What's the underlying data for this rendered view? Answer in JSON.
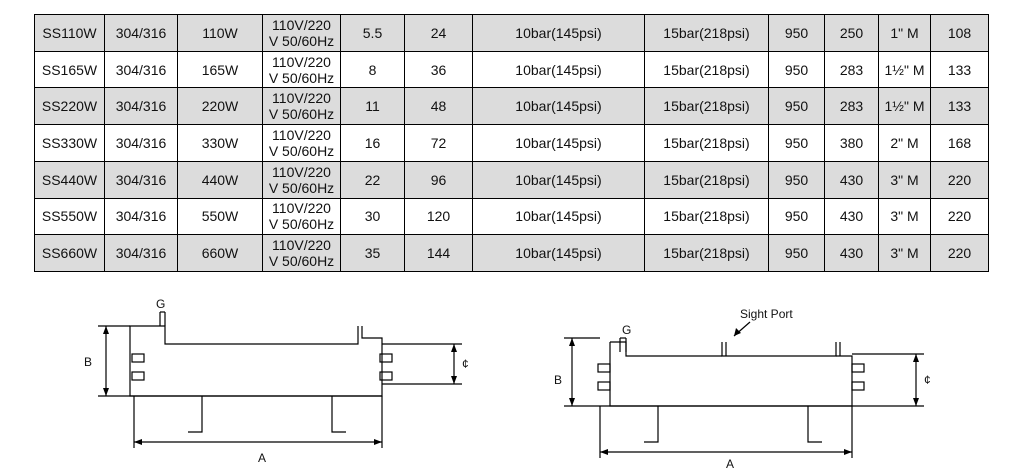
{
  "table": {
    "rows": [
      {
        "model": "SS110W",
        "material": "304/316",
        "power": "110W",
        "voltage_line1": "110V/220",
        "voltage_line2": "V 50/60Hz",
        "c5": "5.5",
        "c6": "24",
        "working_pressure": "10bar(145psi)",
        "test_pressure": "15bar(218psi)",
        "a": "950",
        "c10": "250",
        "connection": "1\" M",
        "c12": "108",
        "shaded": true
      },
      {
        "model": "SS165W",
        "material": "304/316",
        "power": "165W",
        "voltage_line1": "110V/220",
        "voltage_line2": "V 50/60Hz",
        "c5": "8",
        "c6": "36",
        "working_pressure": "10bar(145psi)",
        "test_pressure": "15bar(218psi)",
        "a": "950",
        "c10": "283",
        "connection": "1½\" M",
        "c12": "133",
        "shaded": false
      },
      {
        "model": "SS220W",
        "material": "304/316",
        "power": "220W",
        "voltage_line1": "110V/220",
        "voltage_line2": "V 50/60Hz",
        "c5": "11",
        "c6": "48",
        "working_pressure": "10bar(145psi)",
        "test_pressure": "15bar(218psi)",
        "a": "950",
        "c10": "283",
        "connection": "1½\" M",
        "c12": "133",
        "shaded": true
      },
      {
        "model": "SS330W",
        "material": "304/316",
        "power": "330W",
        "voltage_line1": "110V/220",
        "voltage_line2": "V 50/60Hz",
        "c5": "16",
        "c6": "72",
        "working_pressure": "10bar(145psi)",
        "test_pressure": "15bar(218psi)",
        "a": "950",
        "c10": "380",
        "connection": "2\" M",
        "c12": "168",
        "shaded": false
      },
      {
        "model": "SS440W",
        "material": "304/316",
        "power": "440W",
        "voltage_line1": "110V/220",
        "voltage_line2": "V 50/60Hz",
        "c5": "22",
        "c6": "96",
        "working_pressure": "10bar(145psi)",
        "test_pressure": "15bar(218psi)",
        "a": "950",
        "c10": "430",
        "connection": "3\" M",
        "c12": "220",
        "shaded": true
      },
      {
        "model": "SS550W",
        "material": "304/316",
        "power": "550W",
        "voltage_line1": "110V/220",
        "voltage_line2": "V 50/60Hz",
        "c5": "30",
        "c6": "120",
        "working_pressure": "10bar(145psi)",
        "test_pressure": "15bar(218psi)",
        "a": "950",
        "c10": "430",
        "connection": "3\" M",
        "c12": "220",
        "shaded": false
      },
      {
        "model": "SS660W",
        "material": "304/316",
        "power": "660W",
        "voltage_line1": "110V/220",
        "voltage_line2": "V 50/60Hz",
        "c5": "35",
        "c6": "144",
        "working_pressure": "10bar(145psi)",
        "test_pressure": "15bar(218psi)",
        "a": "950",
        "c10": "430",
        "connection": "3\" M",
        "c12": "220",
        "shaded": true
      }
    ]
  },
  "drawings": {
    "left": {
      "label_g": "G",
      "label_b": "B",
      "label_c": "¢",
      "label_a": "A"
    },
    "right": {
      "label_g": "G",
      "label_b": "B",
      "label_c": "¢",
      "label_a": "A",
      "label_sight_port": "Sight Port"
    }
  }
}
